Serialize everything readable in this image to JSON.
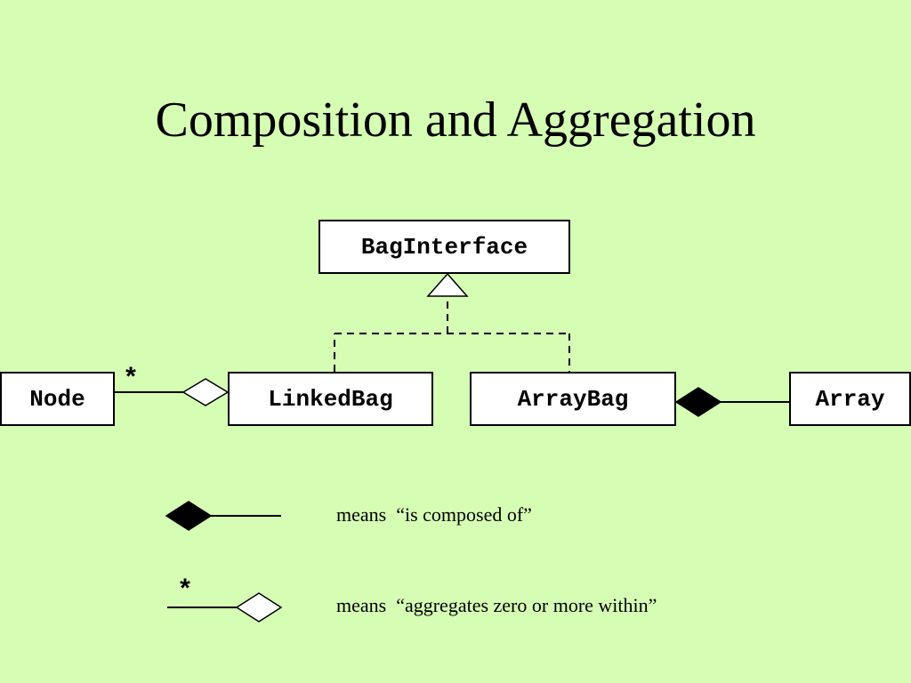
{
  "title": "Composition and Aggregation",
  "classes": {
    "bag_interface": "BagInterface",
    "node": "Node",
    "linked_bag": "LinkedBag",
    "array_bag": "ArrayBag",
    "array": "Array"
  },
  "multiplicity": "*",
  "legend": {
    "composition_text": "means  “is composed of”",
    "aggregation_star": "*",
    "aggregation_text": "means  “aggregates zero or more within”"
  },
  "colors": {
    "background": "#d5fdb3",
    "box_fill": "#ffffff",
    "line": "#000000",
    "composition_diamond": "#000000",
    "aggregation_diamond": "#ffffff"
  }
}
